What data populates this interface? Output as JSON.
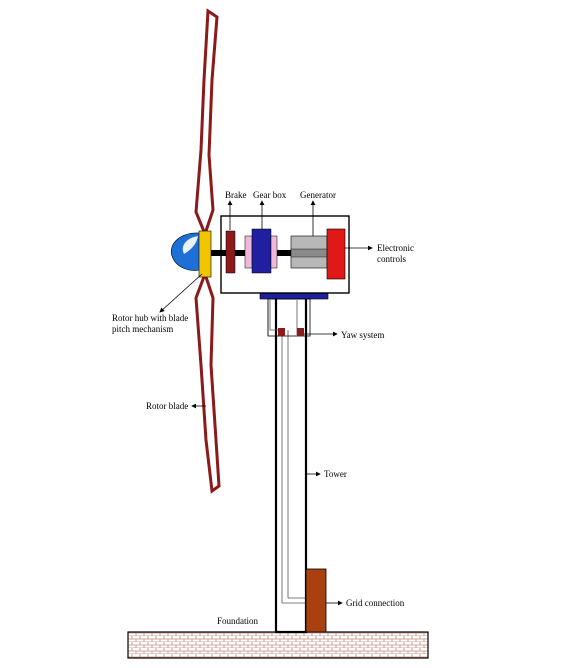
{
  "diagram": {
    "labels": {
      "brake": "Brake",
      "gearbox": "Gear box",
      "generator": "Generator",
      "electronic_controls_1": "Electronic",
      "electronic_controls_2": "controls",
      "rotor_hub_1": "Rotor hub with blade",
      "rotor_hub_2": "pitch mechanism",
      "yaw_system": "Yaw system",
      "rotor_blade": "Rotor blade",
      "tower": "Tower",
      "grid_connection": "Grid connection",
      "foundation": "Foundation"
    },
    "colors": {
      "blade": "#8b1a1a",
      "hub": "#f2c500",
      "nose_cone": "#1e6fd6",
      "brake": "#8b1a1a",
      "gearbox": "#1f1f9f",
      "generator": "#b8b8b8",
      "controls": "#e01818",
      "grid_box": "#a8400f",
      "foundation_brick": "#c48a7e"
    }
  }
}
